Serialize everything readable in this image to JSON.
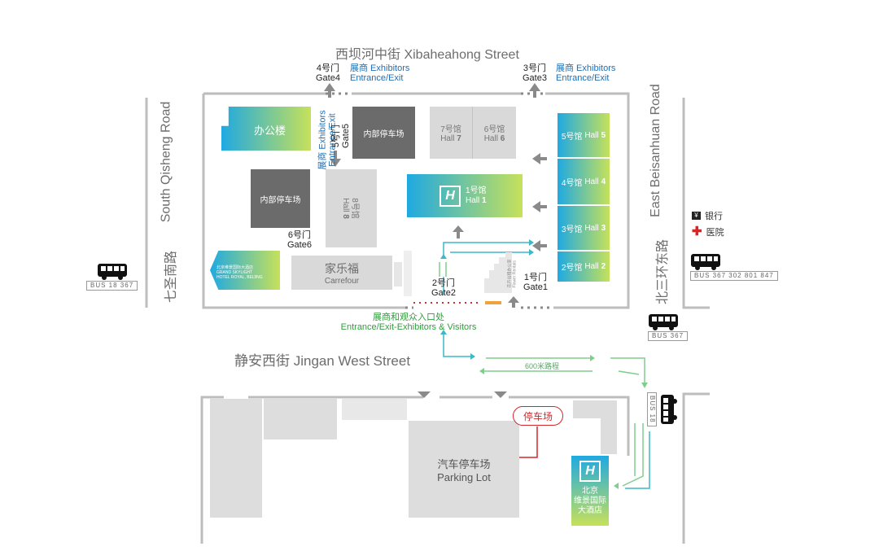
{
  "roads": {
    "north": "西坝河中街  Xibaheahong Street",
    "south": "静安西街 Jingan West Street",
    "west_en": "South Qisheng Road",
    "west_cn": "七圣南路",
    "east_en": "East Beisanhuan Road",
    "east_cn": "北三环东路"
  },
  "gates": {
    "gate4_cn": "4号门",
    "gate4_en": "Gate4",
    "gate3_cn": "3号门",
    "gate3_en": "Gate3",
    "gate5_cn": "5号门",
    "gate5_en": "Gate5",
    "gate6_cn": "6号门",
    "gate6_en": "Gate6",
    "gate2_cn": "2号门",
    "gate2_en": "Gate2",
    "gate1_cn": "1号门",
    "gate1_en": "Gate1"
  },
  "exhibitor_label": {
    "line1": "展商 Exhibitors",
    "line2": "Entrance/Exit"
  },
  "entrance": {
    "cn": "展商和观众入口处",
    "en": "Entrance/Exit-Exhibitors & Visitors"
  },
  "walk_distance": "600米路程",
  "buildings": {
    "office": "办公楼",
    "internal_parking": "内部停车场",
    "carrefour_cn": "家乐福",
    "carrefour_en": "Carrefour",
    "hotel_small_cn": "北京维景国际大酒店",
    "hotel_small_en1": "GRAND SKYLIGHT",
    "hotel_small_en2": "HOTEL ROYAL, BEIJING",
    "flower_cn": "花卉出租办公室",
    "flower_en": "Flower Rentals",
    "parking_lot_cn": "汽车停车场",
    "parking_lot_en": "Parking Lot",
    "parking_tag": "停车场",
    "hotel_cn": "北京\n维景国际\n大酒店",
    "h_logo": "H"
  },
  "halls": {
    "h1_cn": "1号馆",
    "h1_en": "Hall",
    "h1_num": "1",
    "h2_cn": "2号馆",
    "h2_en": "Hall",
    "h2_num": "2",
    "h3_cn": "3号馆",
    "h3_en": "Hall",
    "h3_num": "3",
    "h4_cn": "4号馆",
    "h4_en": "Hall",
    "h4_num": "4",
    "h5_cn": "5号馆",
    "h5_en": "Hall",
    "h5_num": "5",
    "h6_cn": "6号馆",
    "h6_en": "Hall",
    "h6_num": "6",
    "h7_cn": "7号馆",
    "h7_en": "Hall",
    "h7_num": "7",
    "h8_cn": "8号馆",
    "h8_en": "Hall",
    "h8_num": "8"
  },
  "legend": {
    "bank": "银行",
    "hospital": "医院"
  },
  "bus": {
    "west": "BUS  18  367",
    "east_main": "BUS  367  302  801  847",
    "east_small": "BUS  367",
    "south": "BUS  18"
  },
  "colors": {
    "grad_start": "#1fa9e1",
    "grad_end": "#c6e15a",
    "arrow_grey": "#8a8a8a",
    "route_green": "#7ecf8c",
    "route_blue": "#3cb8c8",
    "parking_red": "#d6262b"
  }
}
